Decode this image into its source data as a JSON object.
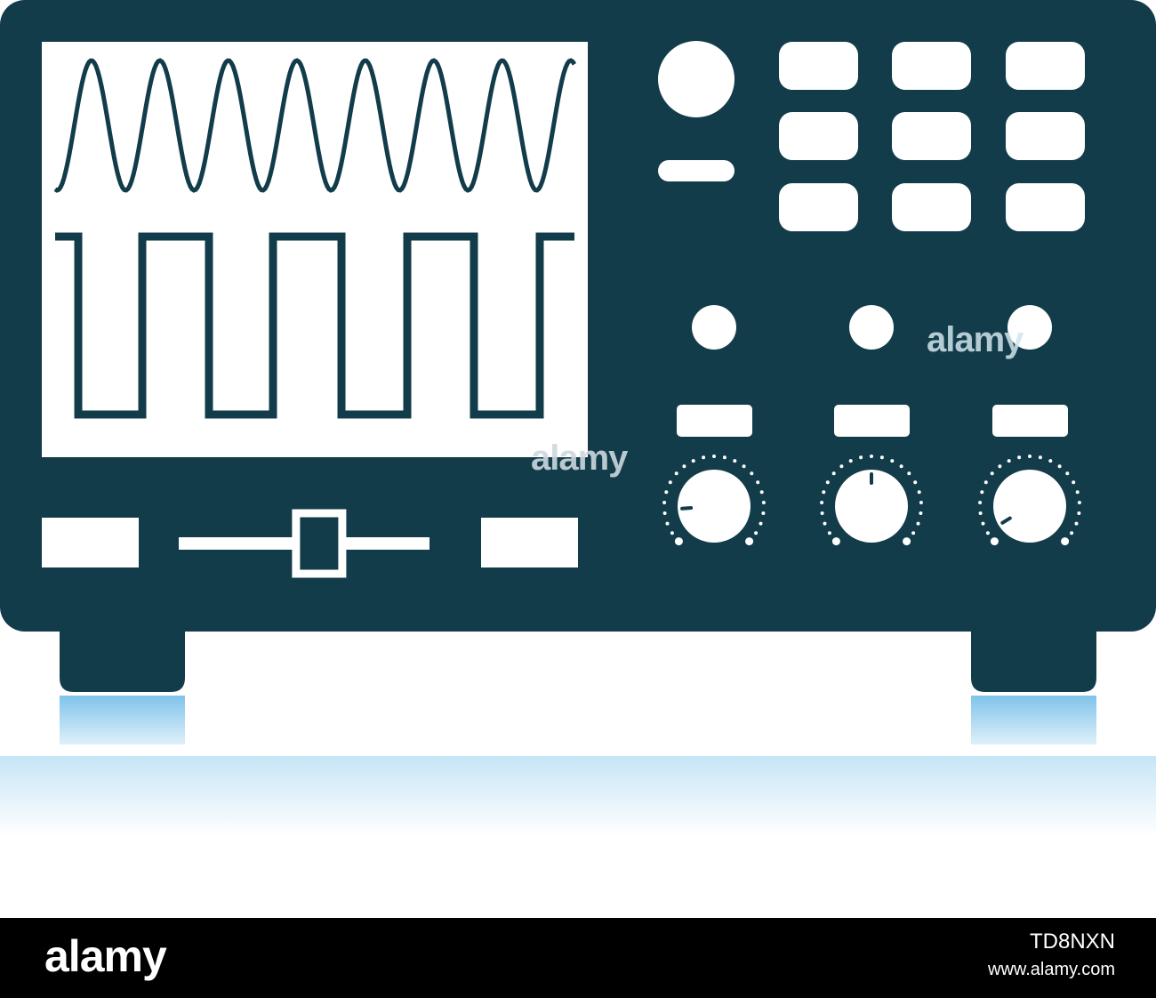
{
  "watermark": {
    "text": "alamy"
  },
  "footer": {
    "logo": "alamy",
    "image_id": "TD8NXN",
    "url": "www.alamy.com"
  },
  "colors": {
    "device_body": "#133c4a",
    "screen": "#ffffff",
    "reflection": "#7fc3ea",
    "footer_background": "#000000"
  },
  "icons": {
    "device": "oscilloscope-icon",
    "top_trace": "sine-wave",
    "bottom_trace": "square-wave"
  },
  "controls": {
    "slider_position": 0.56,
    "knob_levels": [
      0.15,
      0.5,
      0.05
    ]
  }
}
